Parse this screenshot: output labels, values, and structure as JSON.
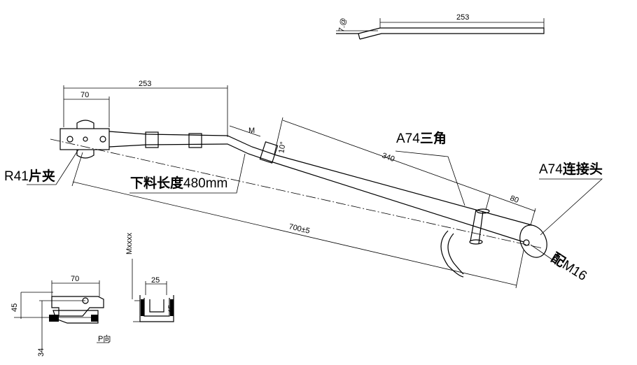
{
  "labels": {
    "top_dim": "253",
    "top_angle": "7.@",
    "main_dim_253": "253",
    "main_dim_70": "70",
    "dim_340": "340",
    "dim_80": "80",
    "dim_700": "700±5",
    "dim_10": "10°",
    "part_r41_prefix": "R41",
    "part_r41_suffix": "片夹",
    "part_a74_tri_prefix": "A74",
    "part_a74_tri_suffix": "三角",
    "part_a74_conn_prefix": "A74",
    "part_a74_conn_suffix": "连接头",
    "cut_length_prefix": "下料长度",
    "cut_length_suffix": "480mm",
    "bolt_prefix": "配",
    "bolt_suffix": "M16",
    "detail_dim_70": "70",
    "detail_dim_45": "45",
    "detail_dim_34": "34",
    "detail_label": "P向",
    "section_dim_25": "25",
    "section_dim_45": "45"
  }
}
